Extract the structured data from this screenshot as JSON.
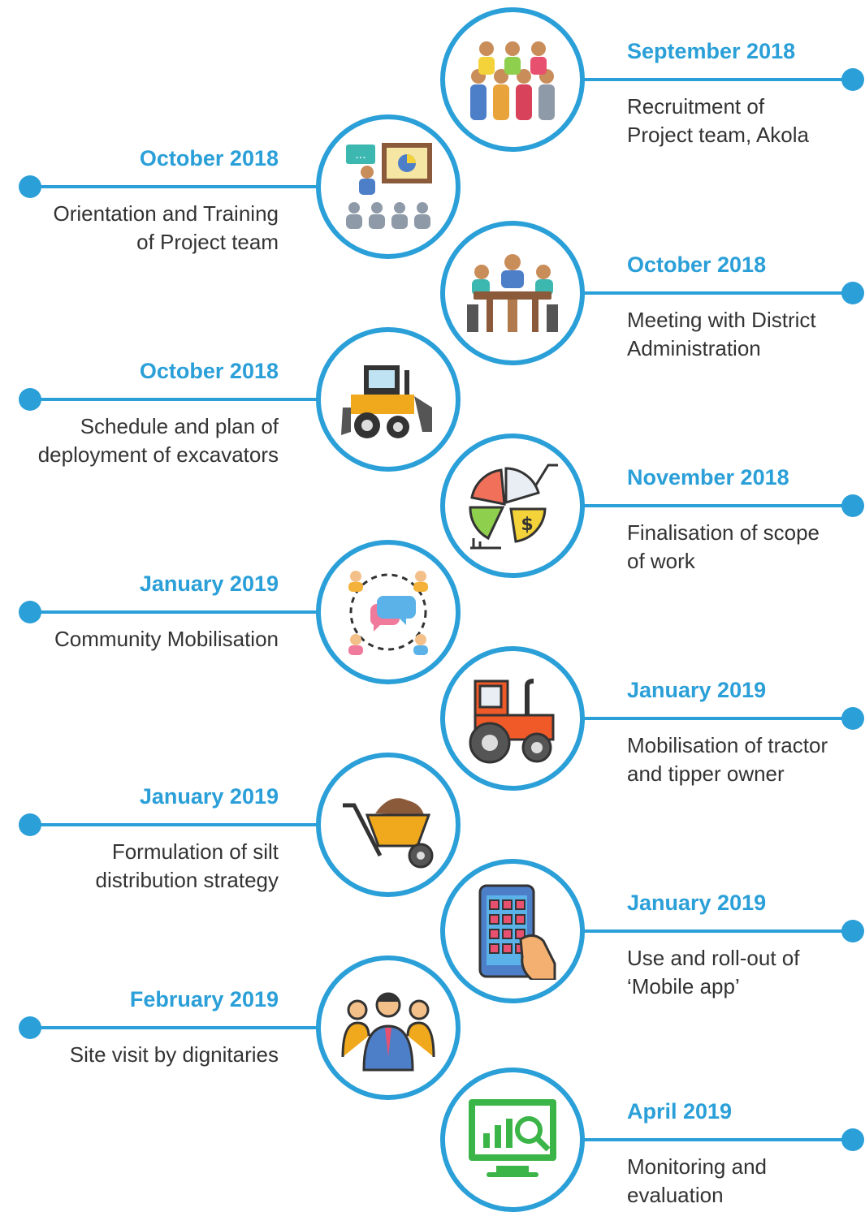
{
  "events": [
    {
      "date": "September 2018",
      "description": "Recruitment of\nProject team, Akola",
      "icon": "group-people-icon",
      "side": "right"
    },
    {
      "date": "October 2018",
      "description": "Orientation and Training\nof Project team",
      "icon": "training-presentation-icon",
      "side": "left"
    },
    {
      "date": "October 2018",
      "description": "Meeting with District\nAdministration",
      "icon": "meeting-table-icon",
      "side": "right"
    },
    {
      "date": "October 2018",
      "description": "Schedule and plan of\ndeployment of excavators",
      "icon": "excavator-icon",
      "side": "left"
    },
    {
      "date": "November 2018",
      "description": "Finalisation of scope\nof work",
      "icon": "pie-chart-icon",
      "side": "right"
    },
    {
      "date": "January 2019",
      "description": "Community Mobilisation",
      "icon": "community-chat-icon",
      "side": "left"
    },
    {
      "date": "January 2019",
      "description": "Mobilisation of tractor\nand tipper owner",
      "icon": "tractor-icon",
      "side": "right"
    },
    {
      "date": "January 2019",
      "description": "Formulation of silt\ndistribution strategy",
      "icon": "wheelbarrow-icon",
      "side": "left"
    },
    {
      "date": "January 2019",
      "description": "Use and roll-out of\n‘Mobile app’",
      "icon": "mobile-app-icon",
      "side": "right"
    },
    {
      "date": "February 2019",
      "description": "Site visit by dignitaries",
      "icon": "dignitaries-icon",
      "side": "left"
    },
    {
      "date": "April 2019",
      "description": "Monitoring and\nevaluation",
      "icon": "monitoring-screen-icon",
      "side": "right"
    }
  ],
  "colors": {
    "accent": "#2a9fd8",
    "text": "#333333"
  }
}
